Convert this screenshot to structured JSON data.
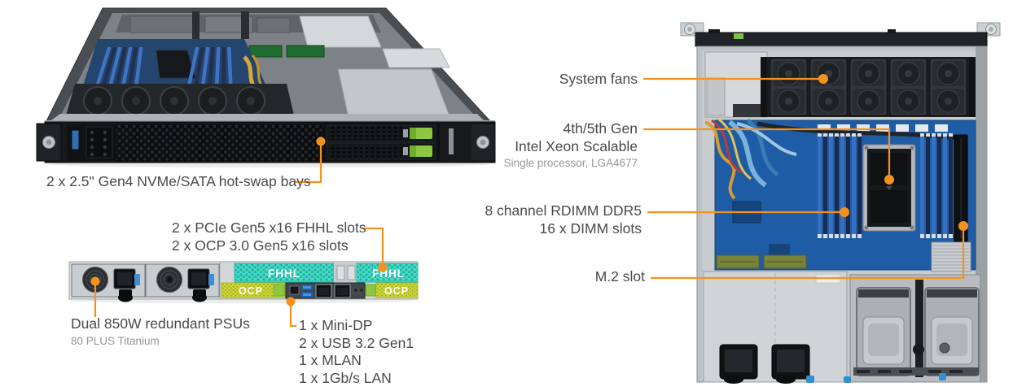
{
  "colors": {
    "accent_orange": "#F5921E",
    "fhhl_cyan": "#48DBC8",
    "ocp_yellow": "#CCD637",
    "latch_green": "#8DC63F",
    "label_text": "#4A4A4C",
    "sub_text": "#96969A",
    "motherboard_blue": "#1F5CA6"
  },
  "front_view": {
    "callout_bays": {
      "label": "2 x 2.5\" Gen4 NVMe/SATA hot-swap bays"
    }
  },
  "rear_view": {
    "badge_fhhl": "FHHL",
    "badge_ocp": "OCP",
    "callout_slots": {
      "line1": "2 x PCIe Gen5 x16 FHHL slots",
      "line2": "2 x OCP 3.0 Gen5 x16 slots"
    },
    "callout_psu": {
      "title": "Dual 850W redundant PSUs",
      "subtitle": "80 PLUS Titanium"
    },
    "callout_io": {
      "lines": [
        "1 x Mini-DP",
        "2 x USB 3.2 Gen1",
        "1 x MLAN",
        "1 x 1Gb/s LAN"
      ]
    }
  },
  "top_view": {
    "callout_fans": {
      "label": "System fans"
    },
    "callout_cpu": {
      "line1": "4th/5th Gen",
      "line2": "Intel Xeon Scalable",
      "subtitle": "Single processor, LGA4677"
    },
    "callout_dimm": {
      "line1": "8 channel RDIMM DDR5",
      "line2": "16 x DIMM slots"
    },
    "callout_m2": {
      "label": "M.2 slot"
    }
  }
}
